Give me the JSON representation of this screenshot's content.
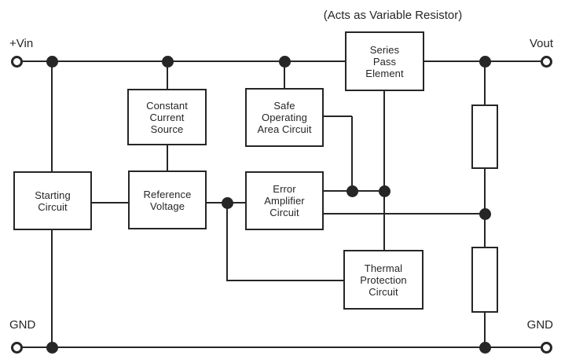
{
  "annotation": "(Acts as Variable Resistor)",
  "terminals": [
    {
      "id": "vin",
      "label": "+Vin"
    },
    {
      "id": "vout",
      "label": "Vout"
    },
    {
      "id": "gnd-left",
      "label": "GND"
    },
    {
      "id": "gnd-right",
      "label": "GND"
    }
  ],
  "blocks": [
    {
      "id": "series-pass-element",
      "label": "Series\nPass\nElement"
    },
    {
      "id": "constant-current-source",
      "label": "Constant\nCurrent\nSource"
    },
    {
      "id": "safe-operating-area-circuit",
      "label": "Safe\nOperating\nArea Circuit"
    },
    {
      "id": "starting-circuit",
      "label": "Starting\nCircuit"
    },
    {
      "id": "reference-voltage",
      "label": "Reference\nVoltage"
    },
    {
      "id": "error-amplifier-circuit",
      "label": "Error\nAmplifier\nCircuit"
    },
    {
      "id": "thermal-protection-circuit",
      "label": "Thermal\nProtection\nCircuit"
    }
  ],
  "components": {
    "resistors": [
      "output-divider-upper-resistor",
      "output-divider-lower-resistor"
    ],
    "junction_dot_count": 10
  },
  "colors": {
    "line": "#262626",
    "background": "#ffffff",
    "text": "#262626"
  }
}
